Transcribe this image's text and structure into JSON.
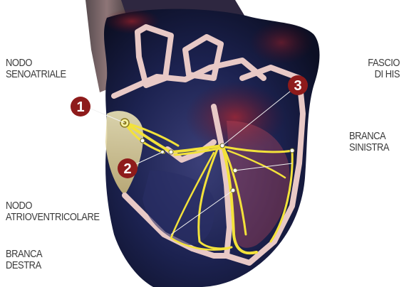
{
  "labels": {
    "nodo_senoatriale": "NODO\nSENOATRIALE",
    "fascio_di_his": "FASCIO\nDI HIS",
    "branca_sinistra": "BRANCA\nSINISTRA",
    "nodo_atrioventricolare": "NODO\nATRIOVENTRICOLARE",
    "branca_destra": "BRANCA\nDESTRA"
  },
  "markers": [
    "1",
    "2",
    "3"
  ],
  "colors": {
    "marker": "#8e1b1b",
    "conduction": "#f3e23a",
    "muscle": "#e8c9c6",
    "chamber": "#1f2a55",
    "label": "#3a3a3a"
  }
}
